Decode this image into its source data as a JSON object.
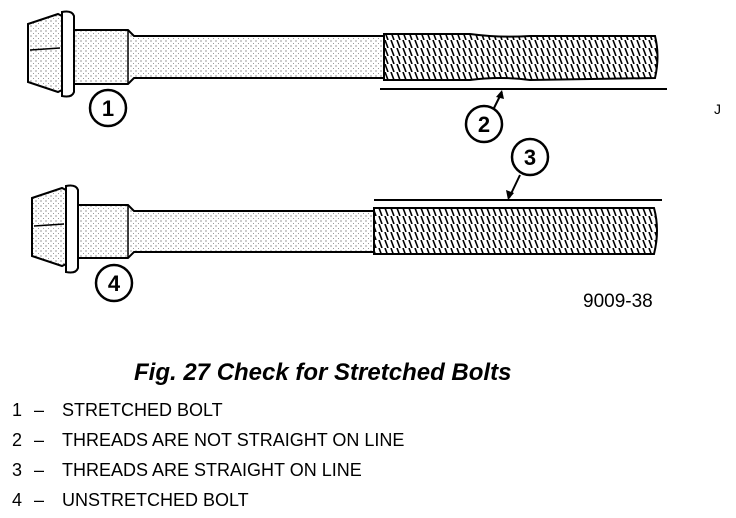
{
  "callouts": [
    "1",
    "2",
    "3",
    "4"
  ],
  "figure_code": "9009-38",
  "caption": "Fig. 27 Check for Stretched Bolts",
  "legend": [
    {
      "num": "1",
      "sep": "–",
      "text": "STRETCHED BOLT"
    },
    {
      "num": "2",
      "sep": "–",
      "text": "THREADS ARE NOT STRAIGHT ON LINE"
    },
    {
      "num": "3",
      "sep": "–",
      "text": "THREADS ARE STRAIGHT ON LINE"
    },
    {
      "num": "4",
      "sep": "–",
      "text": "UNSTRETCHED BOLT"
    }
  ]
}
